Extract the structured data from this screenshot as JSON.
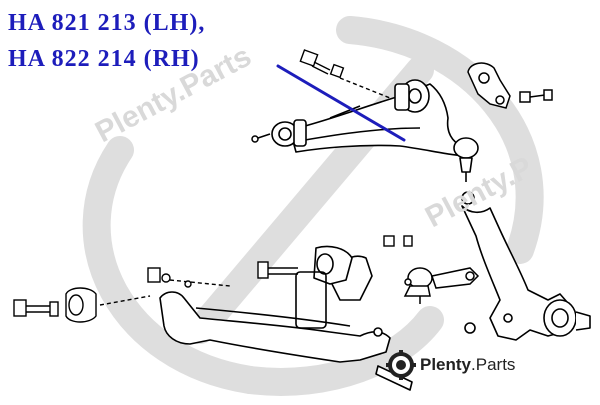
{
  "part_numbers": {
    "left": "HA 821 213 (LH),",
    "right": "HA 822 214 (RH)"
  },
  "watermark": {
    "text_a": "Plenty.Parts",
    "text_b": "Plenty.P"
  },
  "branding": {
    "logo_icon": "plenty-parts-gear-logo-icon",
    "name_bold": "Plenty",
    "name_rest": ".Parts"
  },
  "colors": {
    "title": "#1d1dbb",
    "pointer": "#1d1dbb",
    "line_art": "#000000",
    "watermark": "#d6d6d6"
  }
}
